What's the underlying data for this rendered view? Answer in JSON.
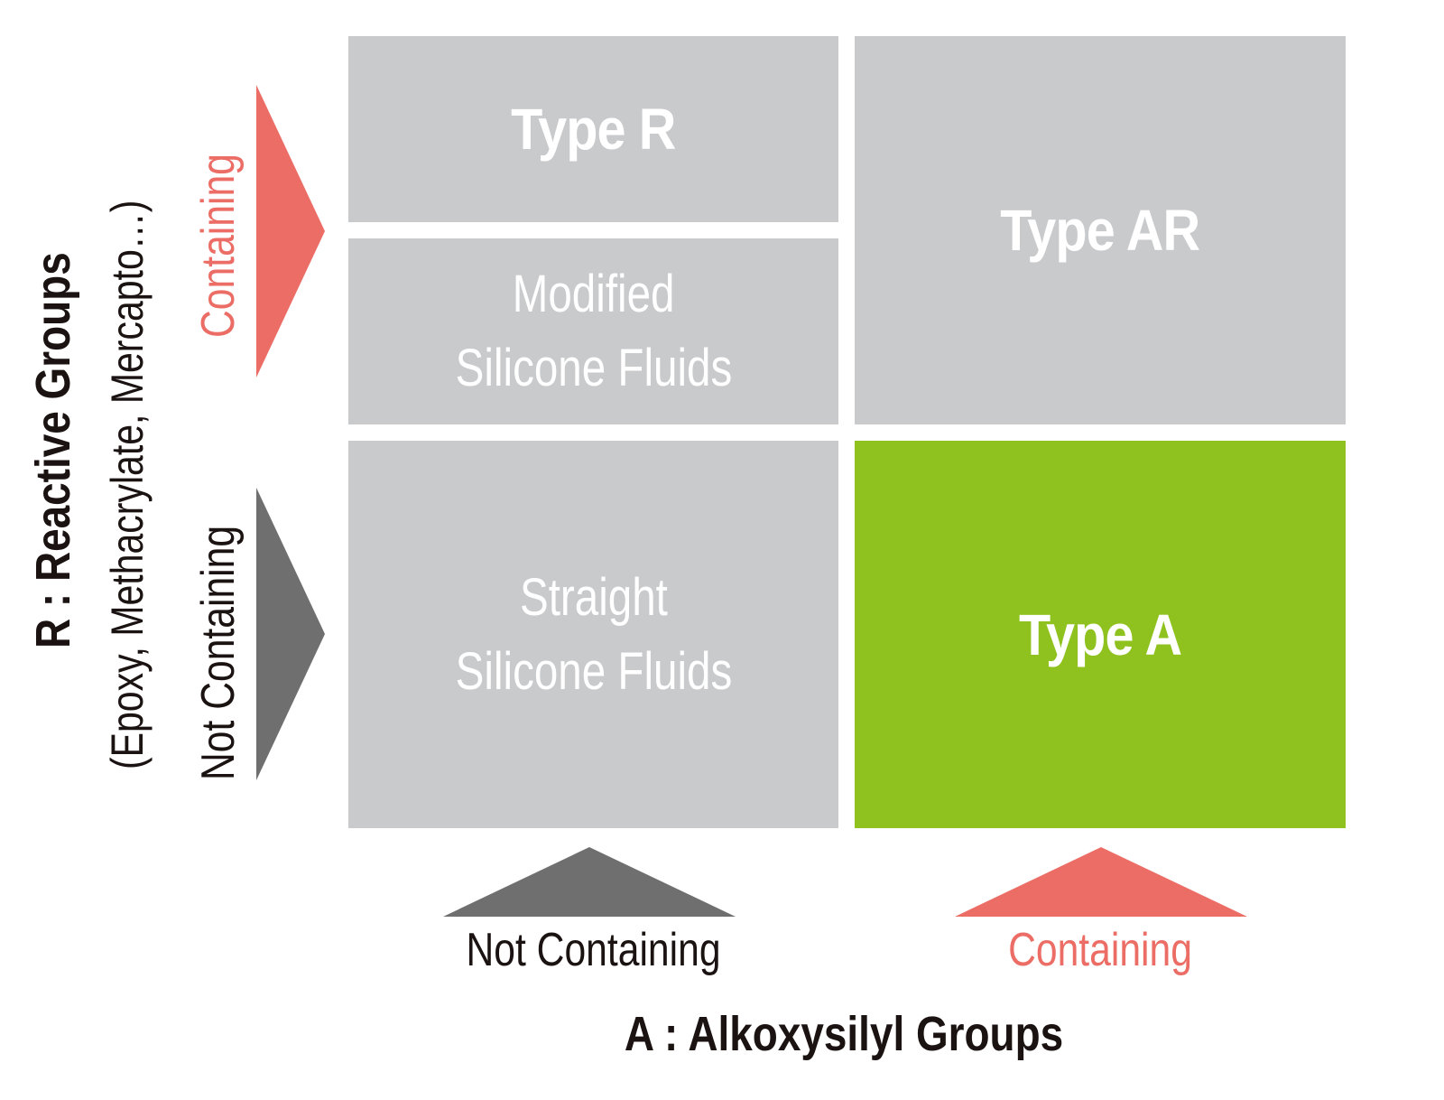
{
  "colors": {
    "cell_gray": "#c9cacc",
    "cell_green": "#8fc21f",
    "containing_red": "#eb6d65",
    "not_containing_gray": "#6f6f6f",
    "text_dark": "#1a1311",
    "cell_text": "#ffffff"
  },
  "y_axis": {
    "title": "R : Reactive Groups",
    "subtitle": "(Epoxy, Methacrylate, Mercapto…)",
    "containing_label": "Containing",
    "not_containing_label": "Not Containing"
  },
  "x_axis": {
    "title": "A : Alkoxysilyl Groups",
    "not_containing_label": "Not Containing",
    "containing_label": "Containing"
  },
  "cells": {
    "type_r": "Type R",
    "modified_line1": "Modified",
    "modified_line2": "Silicone Fluids",
    "type_ar": "Type AR",
    "straight_line1": "Straight",
    "straight_line2": "Silicone Fluids",
    "type_a": "Type A"
  }
}
